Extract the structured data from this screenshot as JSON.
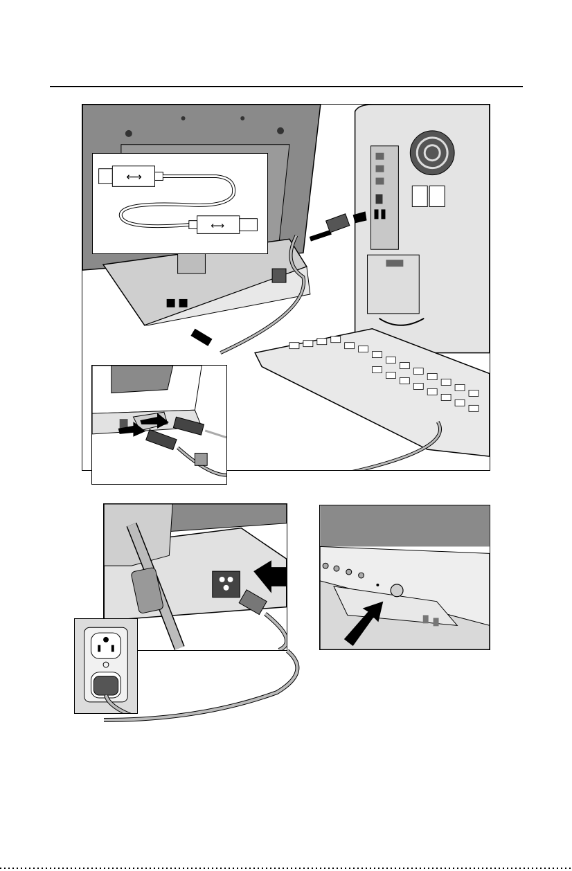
{
  "page": {
    "header_rule": "horizontal-rule",
    "footer_rule": "dotted-rule"
  },
  "figures": {
    "main": {
      "icon": "usb-connection-illustration"
    },
    "usb_inset": {
      "icon": "usb-cable-icon"
    },
    "monitor_usb_inset": {
      "icon": "usb-ports-arrows"
    },
    "power_panel": {
      "icon": "power-cord-illustration"
    },
    "outlet_panel": {
      "icon": "wall-outlet-icon"
    },
    "power_button_panel": {
      "icon": "power-button-illustration"
    }
  },
  "colors": {
    "line": "#000000",
    "grey_dark": "#707070",
    "grey_mid": "#a8a8a8",
    "grey_light": "#d6d6d6",
    "white": "#ffffff"
  }
}
